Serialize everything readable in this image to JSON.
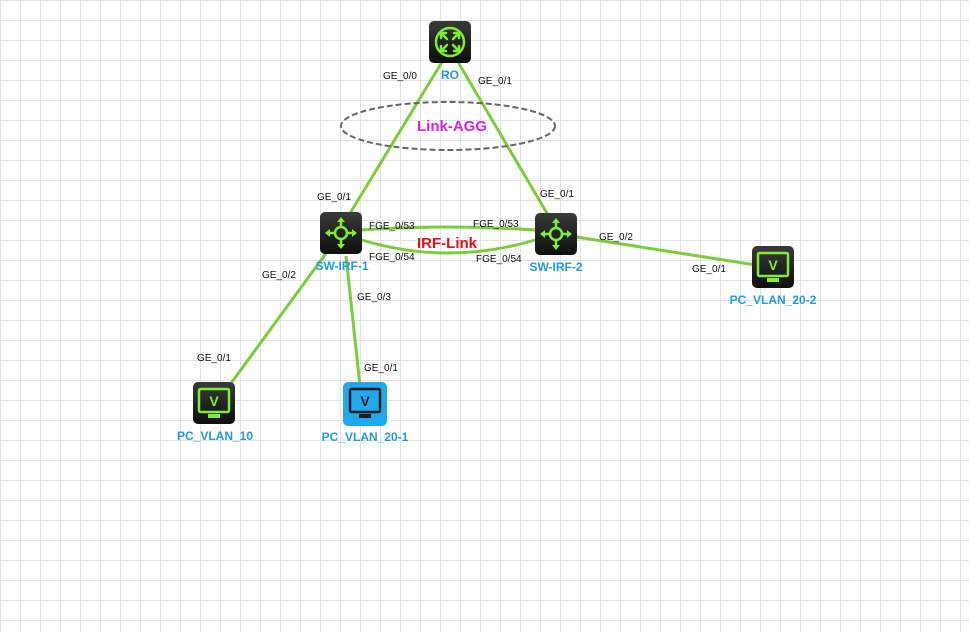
{
  "colors": {
    "link": "#7ccd3b",
    "device_label": "#1f9be0",
    "link_agg_label": "#e020d8",
    "irf_label": "#e0101a",
    "device_dark": "#1a1a1a",
    "device_icon": "#7cf030",
    "pc_selected_bg": "#1ea8f0"
  },
  "devices": {
    "router": {
      "name": "RO",
      "icon": "router-icon"
    },
    "sw1": {
      "name": "SW-IRF-1",
      "icon": "l3-switch-icon"
    },
    "sw2": {
      "name": "SW-IRF-2",
      "icon": "l3-switch-icon"
    },
    "pc10": {
      "name": "PC_VLAN_10",
      "icon": "pc-icon"
    },
    "pc201": {
      "name": "PC_VLAN_20-1",
      "icon": "pc-icon",
      "selected": true
    },
    "pc202": {
      "name": "PC_VLAN_20-2",
      "icon": "pc-icon"
    }
  },
  "pc_glyph": "V",
  "ports": {
    "ro_ge00": "GE_0/0",
    "ro_ge01": "GE_0/1",
    "sw1_ge01": "GE_0/1",
    "sw2_ge01": "GE_0/1",
    "sw1_fge53": "FGE_0/53",
    "sw2_fge53": "FGE_0/53",
    "sw1_fge54": "FGE_0/54",
    "sw2_fge54": "FGE_0/54",
    "sw1_ge02": "GE_0/2",
    "sw1_ge03": "GE_0/3",
    "sw2_ge02": "GE_0/2",
    "pc10_ge01": "GE_0/1",
    "pc201_ge01": "GE_0/1",
    "pc202_ge01": "GE_0/1"
  },
  "annotations": {
    "link_agg": "Link-AGG",
    "irf_link": "IRF-Link"
  }
}
